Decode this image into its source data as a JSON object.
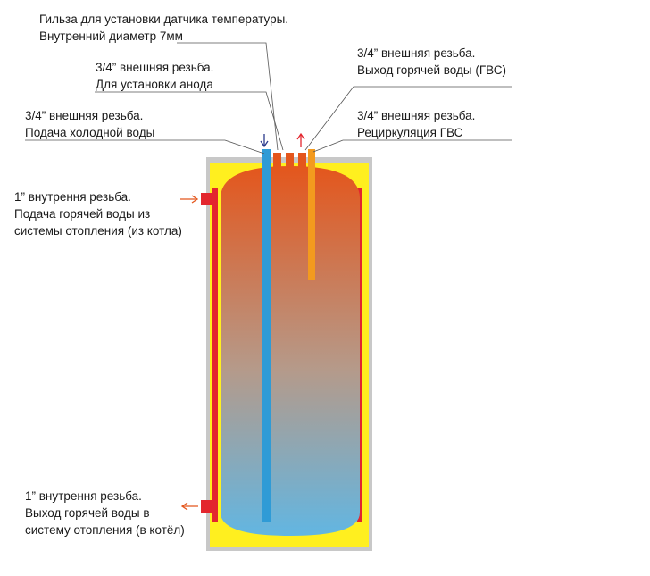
{
  "labels": {
    "sensor_sleeve": {
      "line1": "Гильза для установки датчика температуры.",
      "line2": "Внутренний диаметр 7мм"
    },
    "anode": {
      "line1": "3/4” внешняя резьба.",
      "line2": "Для установки анода"
    },
    "cold_water": {
      "line1": "3/4” внешняя резьба.",
      "line2": "Подача холодной воды"
    },
    "hot_water_out": {
      "line1": "3/4” внешняя резьба.",
      "line2": "Выход горячей воды (ГВС)"
    },
    "recirculation": {
      "line1": "3/4” внешняя резьба.",
      "line2": "Рециркуляция ГВС"
    },
    "heating_supply": {
      "line1": "1” внутрення резьба.",
      "line2": "Подача горячей воды из",
      "line3": "системы отопления (из котла)"
    },
    "heating_return": {
      "line1": "1” внутрення резьба.",
      "line2": "Выход горячей воды в",
      "line3": "систему отопления (в котёл)"
    }
  },
  "colors": {
    "insulation": "#ffef1f",
    "casing": "#c8c8c8",
    "hot_water": "#e4561c",
    "cold_water": "#62b6e2",
    "coil": "#e3262e",
    "cold_pipe": "#2f9bd6",
    "hot_pipe": "#f39a1e",
    "arrow_in": "#e4561c",
    "arrow_cold": "#2b3a8c",
    "arrow_hot": "#e3262e",
    "leader_line": "#555555"
  }
}
